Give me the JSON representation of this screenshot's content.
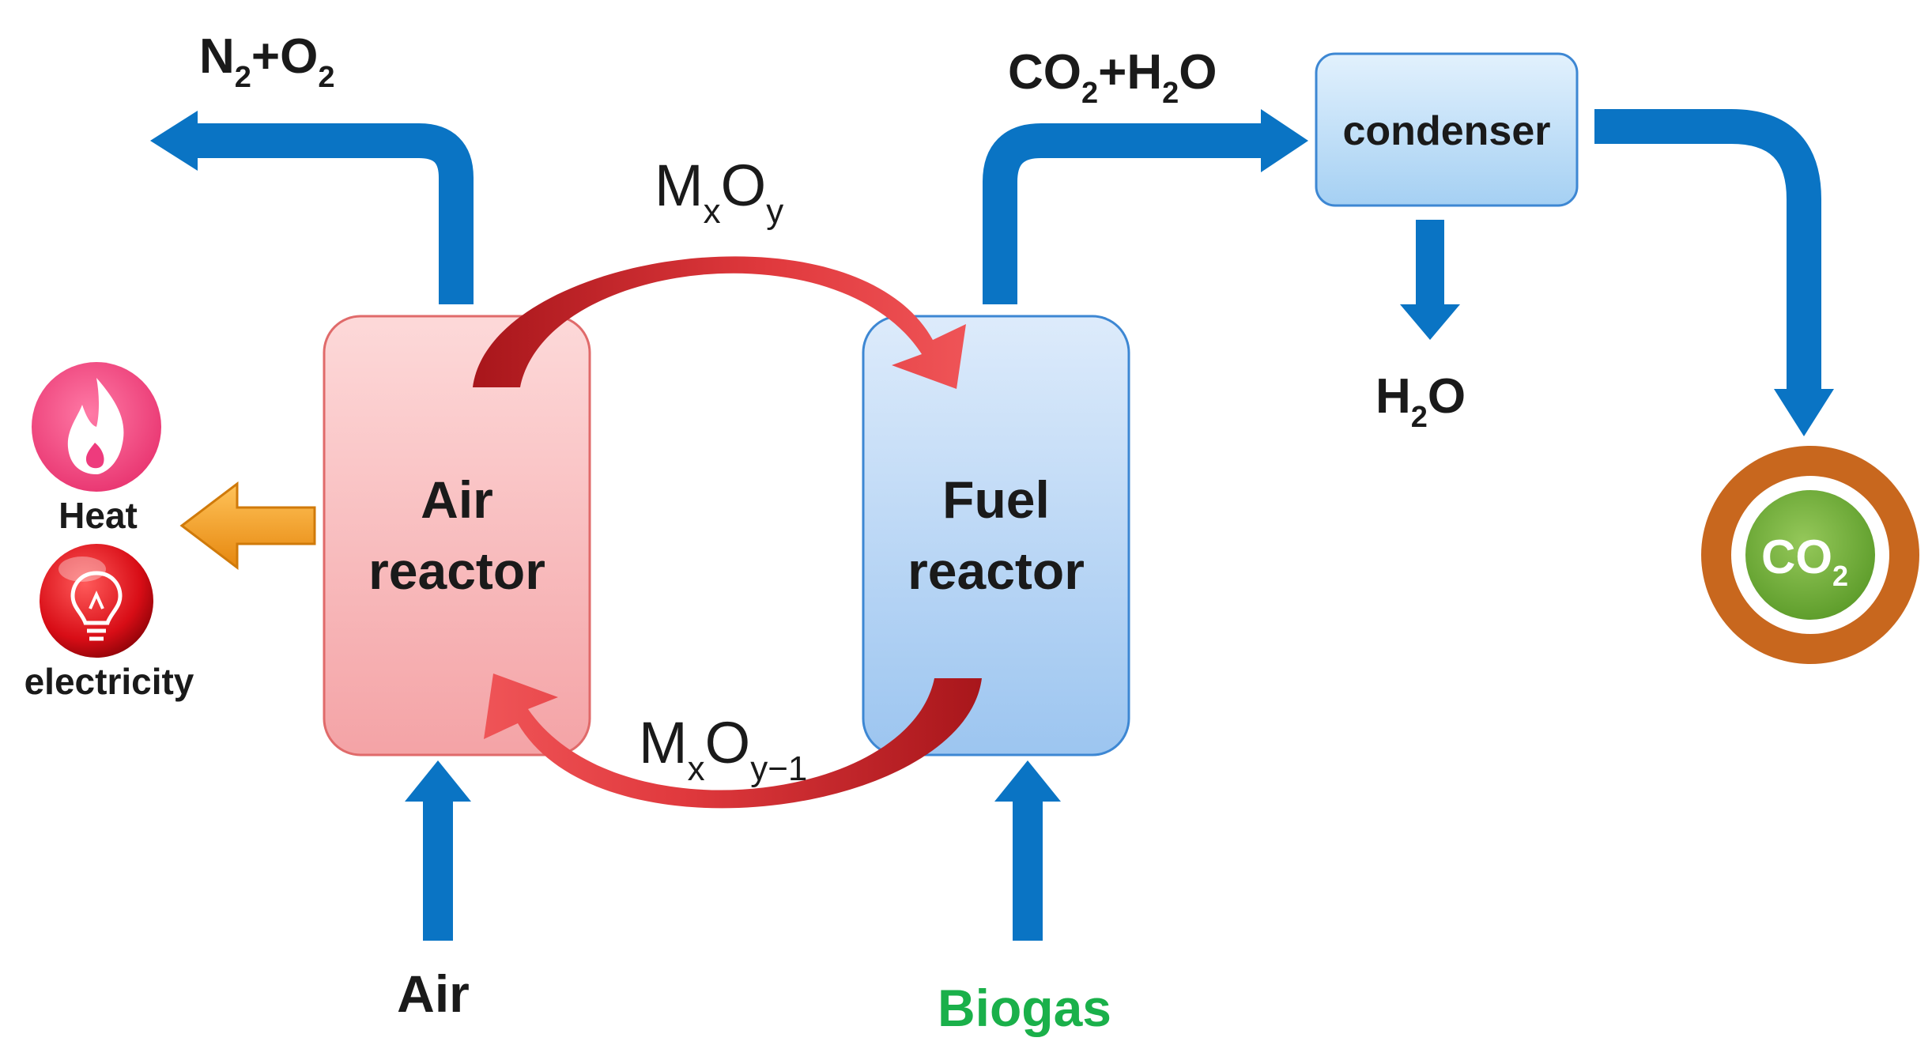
{
  "air_reactor": {
    "line1": "Air",
    "line2": "reactor"
  },
  "fuel_reactor": {
    "line1": "Fuel",
    "line2": "reactor"
  },
  "condenser": {
    "label": "condenser"
  },
  "oxidized_carrier": {
    "base1": "M",
    "sub1": "x",
    "base2": "O",
    "sub2": "y"
  },
  "reduced_carrier": {
    "base1": "M",
    "sub1": "x",
    "base2": "O",
    "sub2": "y−1"
  },
  "air_reactor_exhaust": {
    "a": "N",
    "a_sub": "2",
    "b": "+O",
    "b_sub": "2"
  },
  "fuel_reactor_exhaust": {
    "a": "CO",
    "a_sub": "2",
    "b": "+H",
    "b_sub": "2",
    "c": "O"
  },
  "water_output": {
    "a": "H",
    "a_sub": "2",
    "b": "O"
  },
  "co2_output": {
    "a": "CO",
    "a_sub": "2"
  },
  "inputs": {
    "air": "Air",
    "biogas": "Biogas"
  },
  "outputs": {
    "heat": "Heat",
    "electricity": "electricity"
  },
  "colors": {
    "flow_arrow": "#0a74c4",
    "carrier_arrow": "#c81e1e",
    "air_reactor_fill": "#f6b5b5",
    "fuel_reactor_fill": "#b9d6f5",
    "condenser_fill": "#bfe0f8",
    "heat_arrow": "#f39a1a",
    "heat_icon": "#ee3b7d",
    "electricity_icon": "#d4101a",
    "co2_ring": "#c8671e",
    "co2_fill": "#7ab540",
    "biogas_text": "#1ab04a"
  },
  "icons": {
    "heat": "flame-icon",
    "electricity": "light-bulb-icon"
  }
}
